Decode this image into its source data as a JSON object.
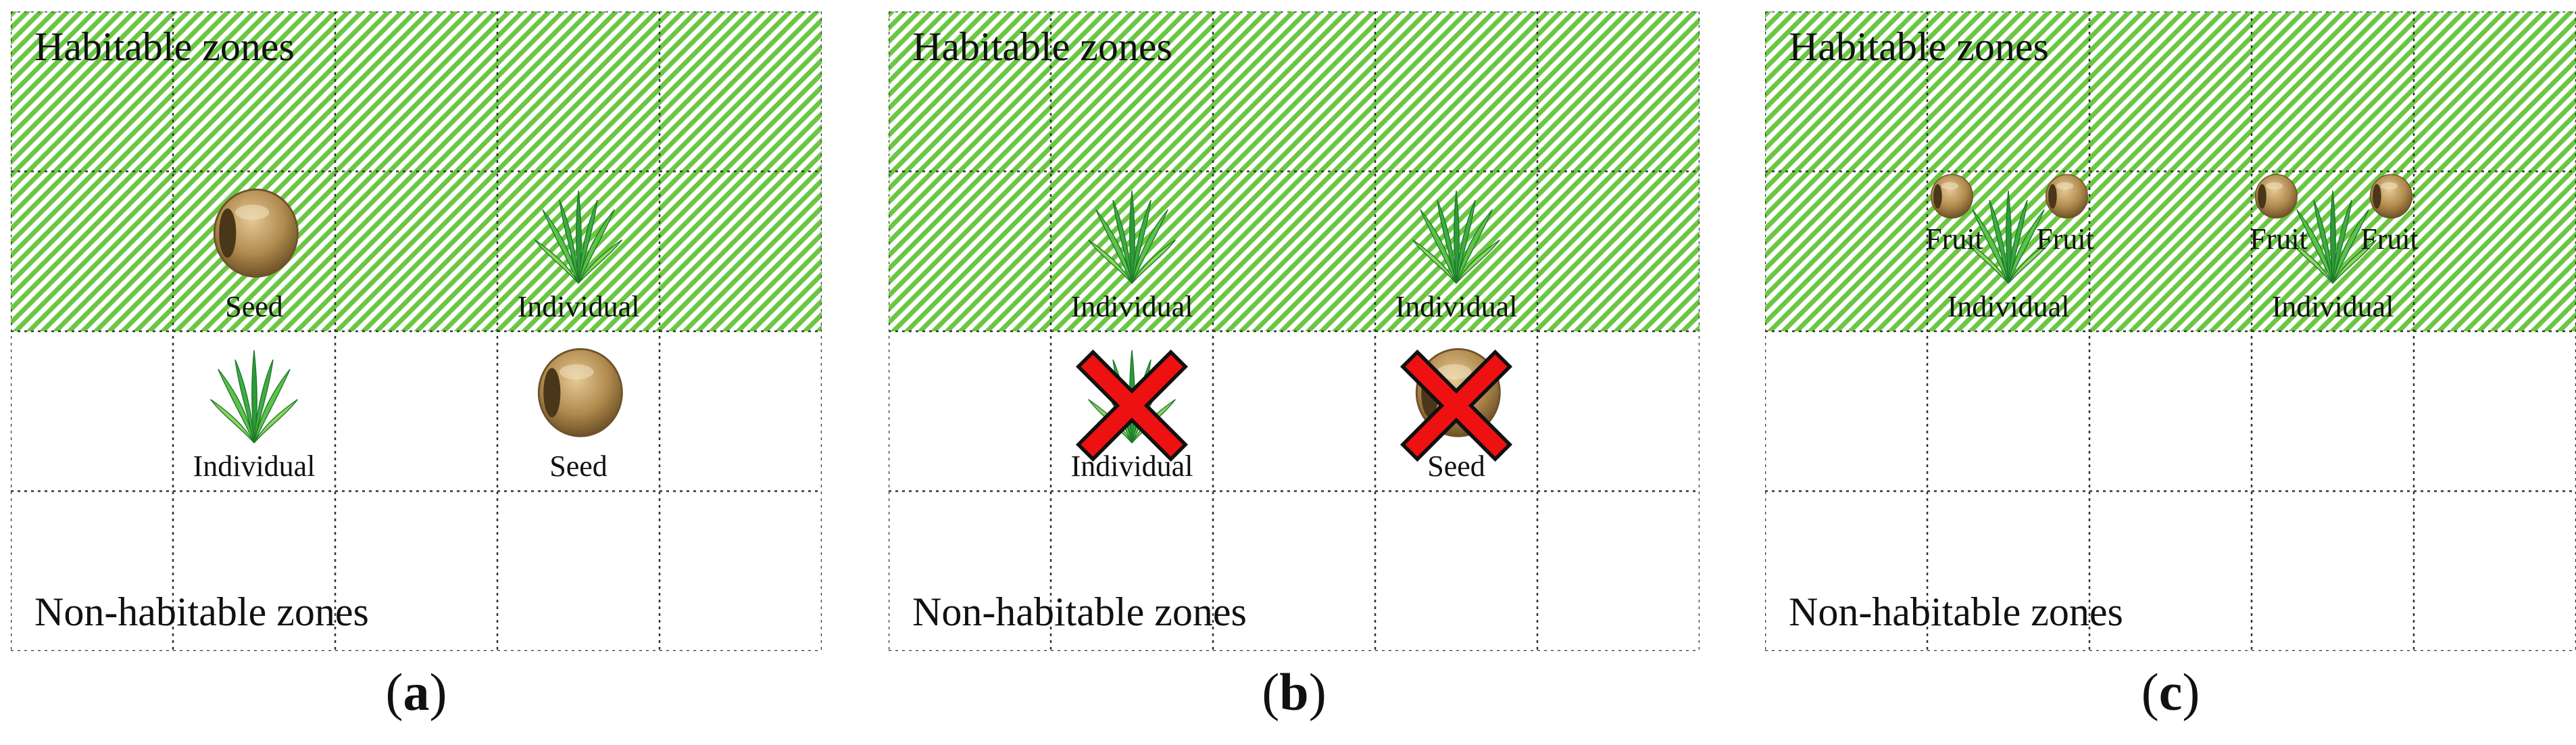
{
  "panels": [
    {
      "id": "a",
      "caption_letter": "a",
      "habitable_label": "Habitable zones",
      "nonhabitable_label": "Non-habitable zones",
      "items": [
        {
          "kind": "seed",
          "label": "Seed",
          "row": 1,
          "col": 1,
          "crossed": false
        },
        {
          "kind": "plant",
          "label": "Individual",
          "row": 1,
          "col": 3,
          "crossed": false
        },
        {
          "kind": "plant",
          "label": "Individual",
          "row": 2,
          "col": 1,
          "crossed": false
        },
        {
          "kind": "seed",
          "label": "Seed",
          "row": 2,
          "col": 3,
          "crossed": false
        }
      ]
    },
    {
      "id": "b",
      "caption_letter": "b",
      "habitable_label": "Habitable zones",
      "nonhabitable_label": "Non-habitable zones",
      "items": [
        {
          "kind": "plant",
          "label": "Individual",
          "row": 1,
          "col": 1,
          "crossed": false
        },
        {
          "kind": "plant",
          "label": "Individual",
          "row": 1,
          "col": 3,
          "crossed": false
        },
        {
          "kind": "plant",
          "label": "Individual",
          "row": 2,
          "col": 1,
          "crossed": true
        },
        {
          "kind": "seed",
          "label": "Seed",
          "row": 2,
          "col": 3,
          "crossed": true
        }
      ]
    },
    {
      "id": "c",
      "caption_letter": "c",
      "habitable_label": "Habitable zones",
      "nonhabitable_label": "Non-habitable zones",
      "items": [
        {
          "kind": "plant-fruit",
          "label": "Individual",
          "fruit_label": "Fruit",
          "row": 1,
          "col": 1,
          "crossed": false
        },
        {
          "kind": "plant-fruit",
          "label": "Individual",
          "fruit_label": "Fruit",
          "row": 1,
          "col": 3,
          "crossed": false
        }
      ]
    }
  ],
  "colors": {
    "habitable_green": "#6cc644",
    "grid_line": "#333333",
    "cross_red": "#ee1111",
    "seed_brown": "#b08a4e",
    "plant_green": "#4caf3a"
  }
}
